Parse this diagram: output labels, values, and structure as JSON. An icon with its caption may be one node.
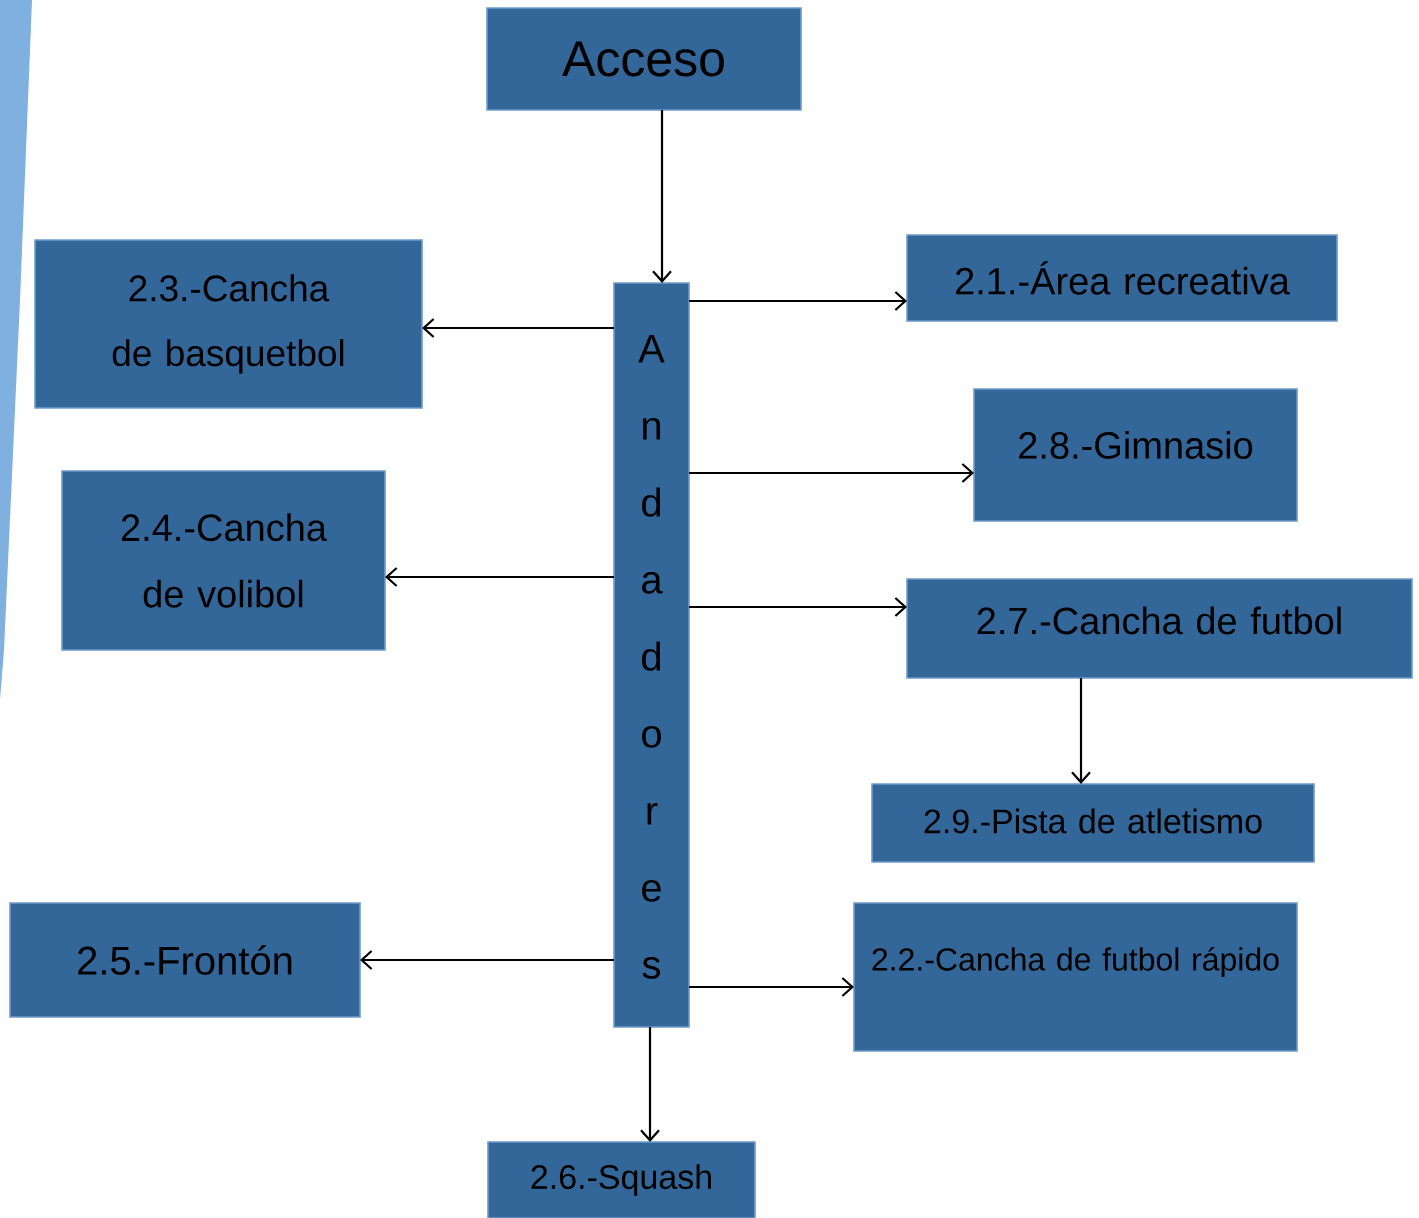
{
  "diagram": {
    "nodes": [
      {
        "text": [
          "Acceso"
        ]
      },
      {
        "text": [
          "Andadores"
        ]
      },
      {
        "text": [
          "2.3.-Cancha de basquetbol"
        ]
      },
      {
        "text": [
          "2.4.-Cancha de volibol"
        ]
      },
      {
        "text": [
          "2.5.-Frontón"
        ]
      },
      {
        "text": [
          "2.1.-Área recreativa"
        ]
      },
      {
        "text": [
          "2.8.-Gimnasio"
        ]
      },
      {
        "text": [
          "2.7.-Cancha de futbol"
        ]
      },
      {
        "text": [
          "2.9.-Pista de atletismo"
        ]
      },
      {
        "text": [
          "2.2.-Cancha de futbol rápido"
        ]
      },
      {
        "text": [
          "2.6.-Squash"
        ]
      }
    ],
    "edges": [
      {
        "from": 0,
        "to": 1,
        "arrow": "to"
      },
      {
        "from": 1,
        "to": 5,
        "arrow": "to"
      },
      {
        "from": 1,
        "to": 2,
        "arrow": "to"
      },
      {
        "from": 1,
        "to": 6,
        "arrow": "to"
      },
      {
        "from": 1,
        "to": 3,
        "arrow": "to"
      },
      {
        "from": 1,
        "to": 7,
        "arrow": "to"
      },
      {
        "from": 7,
        "to": 8,
        "arrow": "to"
      },
      {
        "from": 1,
        "to": 4,
        "arrow": "to"
      },
      {
        "from": 1,
        "to": 9,
        "arrow": "to"
      },
      {
        "from": 1,
        "to": 10,
        "arrow": "to"
      }
    ]
  }
}
